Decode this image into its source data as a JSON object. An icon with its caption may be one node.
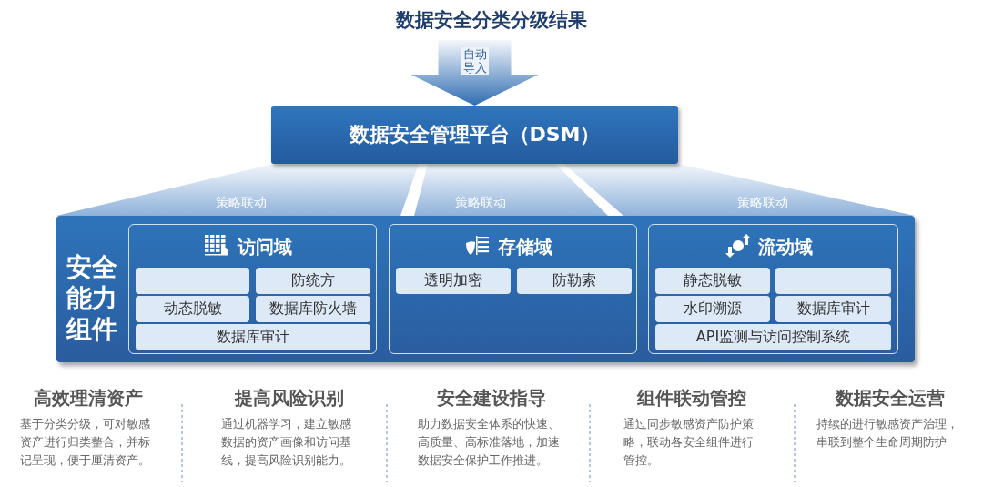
{
  "diagram": {
    "title": "数据安全分类分级结果",
    "nodes": [
      {
        "text": [
          "数据安全管理平台（DSM）"
        ]
      },
      {
        "text": [
          "安全能力组件"
        ]
      },
      {
        "text": [
          "访问域"
        ],
        "in": 1
      },
      {
        "text": [],
        "shape": "box",
        "in": 2
      },
      {
        "text": [
          "防统方"
        ],
        "in": 2
      },
      {
        "text": [
          "动态脱敏"
        ],
        "in": 2
      },
      {
        "text": [
          "数据库防火墙"
        ],
        "in": 2
      },
      {
        "text": [
          "数据库审计"
        ],
        "in": 2
      },
      {
        "text": [
          "存储域"
        ],
        "in": 1
      },
      {
        "text": [
          "透明加密"
        ],
        "in": 8
      },
      {
        "text": [
          "防勒索"
        ],
        "in": 8
      },
      {
        "text": [
          "流动域"
        ],
        "in": 1
      },
      {
        "text": [
          "静态脱敏"
        ],
        "in": 11
      },
      {
        "text": [],
        "shape": "box",
        "in": 11
      },
      {
        "text": [
          "水印溯源"
        ],
        "in": 11
      },
      {
        "text": [
          "数据库审计"
        ],
        "in": 11
      },
      {
        "text": [
          "API监测与访问控制系统"
        ],
        "in": 11
      }
    ],
    "edges": [
      {
        "from": null,
        "to": 0,
        "arrow": "to",
        "label": "自动导入"
      },
      {
        "from": 0,
        "to": 2,
        "arrow": "none",
        "label": "策略联动"
      },
      {
        "from": 0,
        "to": 8,
        "arrow": "none",
        "label": "策略联动"
      },
      {
        "from": 0,
        "to": 11,
        "arrow": "none",
        "label": "策略联动"
      }
    ],
    "labels": [
      "高效理清资产",
      "基于分类分级，可对敏感资产进行归类整合，并标记呈现，便于厘清资产。",
      "提高风险识别",
      "通过机器学习，建立敏感数据的资产画像和访问基线，提高风险识别能力。",
      "安全建设指导",
      "助力数据安全体系的快速、高质量、高标准落地，加速数据安全保护工作推进。",
      "组件联动管控",
      "通过同步敏感资产防护策略，联动各安全组件进行管控。",
      "数据安全运营",
      "持续的进行敏感资产治理，串联到整个生命周期防护"
    ]
  }
}
